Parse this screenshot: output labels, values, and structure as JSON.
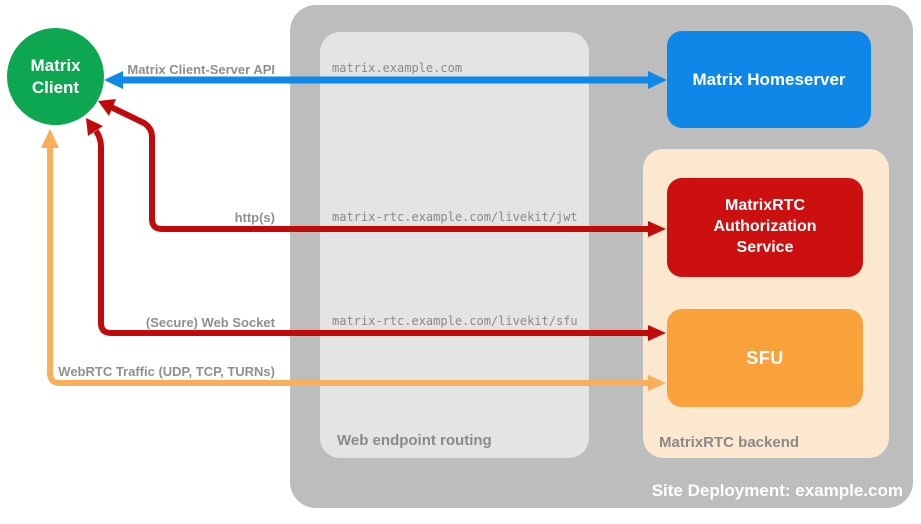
{
  "diagram": {
    "nodes": {
      "client": {
        "label": "Matrix Client",
        "color": "#0CA750"
      },
      "homeserver": {
        "label": "Matrix Homeserver",
        "color": "#0D87E8"
      },
      "auth_service": {
        "label": "MatrixRTC Authorization Service",
        "color": "#CC1010"
      },
      "sfu": {
        "label": "SFU",
        "color": "#F9A23B"
      }
    },
    "containers": {
      "site": {
        "label": "Site Deployment: example.com"
      },
      "routing": {
        "label": "Web endpoint routing"
      },
      "backend": {
        "label": "MatrixRTC backend"
      }
    },
    "edges": {
      "cs_api": {
        "label": "Matrix Client-Server API",
        "route": "matrix.example.com",
        "color": "#0D87E8",
        "from": "Matrix Client",
        "to": "Matrix Homeserver",
        "bidirectional": true
      },
      "https": {
        "label": "http(s)",
        "route": "matrix-rtc.example.com/livekit/jwt",
        "color": "#C20A0A",
        "from": "Matrix Client",
        "to": "MatrixRTC Authorization Service",
        "bidirectional": true
      },
      "websocket": {
        "label": "(Secure) Web Socket",
        "route": "matrix-rtc.example.com/livekit/sfu",
        "color": "#C20A0A",
        "from": "Matrix Client",
        "to": "SFU",
        "bidirectional": true
      },
      "webrtc": {
        "label": "WebRTC Traffic (UDP, TCP, TURNs)",
        "route": "",
        "color": "#F9AE5A",
        "from": "Matrix Client",
        "to": "SFU",
        "bidirectional": true
      }
    }
  }
}
